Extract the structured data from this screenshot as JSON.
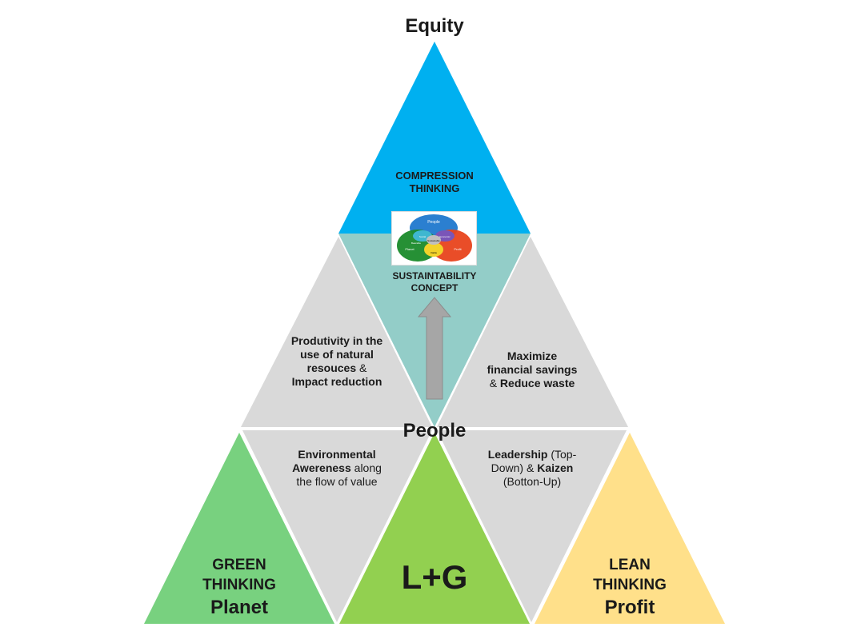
{
  "top": {
    "title": "Equity",
    "label": "COMPRESSION THINKING"
  },
  "center": {
    "label": "SUSTAINTABILITY CONCEPT"
  },
  "left_mid": {
    "line1_bold": "Produtivity in the use of natural resouces",
    "amp": "&",
    "line2_bold": "Impact reduction"
  },
  "right_mid": {
    "line1_bold": "Maximize financial savings",
    "amp": "&",
    "line2_bold": "Reduce waste"
  },
  "people": {
    "label": "People"
  },
  "left_low": {
    "bold": "Environmental Awereness",
    "normal": "along the flow of value"
  },
  "right_low": {
    "leadership": "Leadership",
    "topdown": "(Top-Down) &",
    "kaizen": "Kaizen",
    "bottonup": "(Botton-Up)"
  },
  "green": {
    "line1": "GREEN",
    "line2": "THINKING",
    "line3": "Planet"
  },
  "lg": {
    "label": "L+G"
  },
  "lean": {
    "line1": "LEAN",
    "line2": "THINKING",
    "line3": "Profit"
  },
  "venn": {
    "people": "People",
    "planet": "Planet",
    "profit": "Profit",
    "social": "Social",
    "economic": "Economic",
    "bearable": "Bearable",
    "viable": "Viable",
    "sustainable": "Sustainable"
  },
  "colors": {
    "top_blue": "#00b0f0",
    "center_teal": "#93cdc8",
    "gray": "#d9d9d9",
    "green_left": "#78d17f",
    "green_center": "#92d050",
    "yellow_right": "#ffe08a",
    "arrow": "#a6a6a6"
  }
}
